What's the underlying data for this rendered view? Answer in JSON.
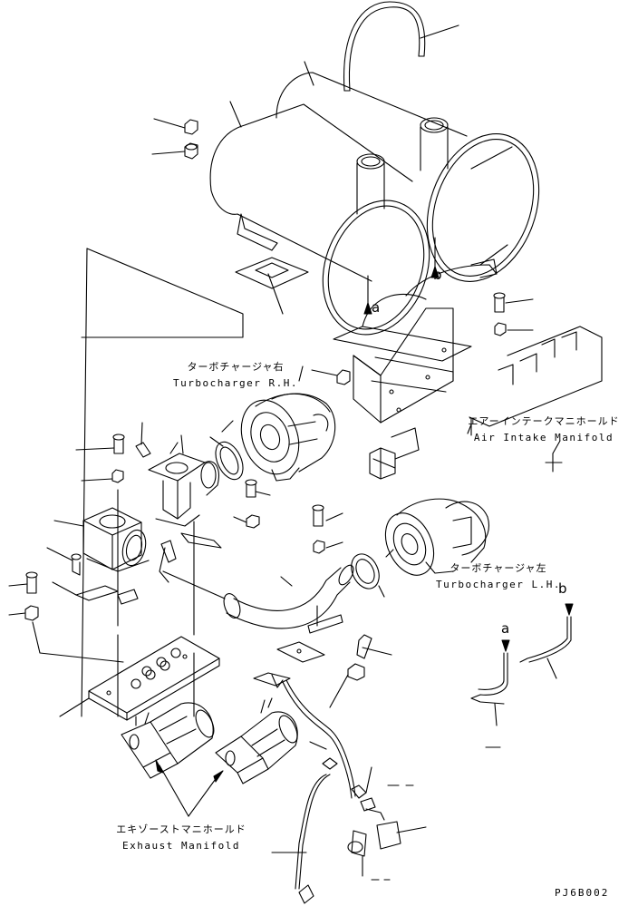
{
  "labels": {
    "turbo_rh_jp": "ターボチャージャ右",
    "turbo_rh_en": "Turbocharger R.H.",
    "air_intake_jp": "エアーインテークマニホールド",
    "air_intake_en": "Air Intake Manifold",
    "turbo_lh_jp": "ターボチャージャ左",
    "turbo_lh_en": "Turbocharger L.H.",
    "exhaust_jp": "エキゾーストマニホールド",
    "exhaust_en": "Exhaust Manifold"
  },
  "refs": {
    "a": "a",
    "b": "b"
  },
  "drawing_code": "PJ6B002"
}
